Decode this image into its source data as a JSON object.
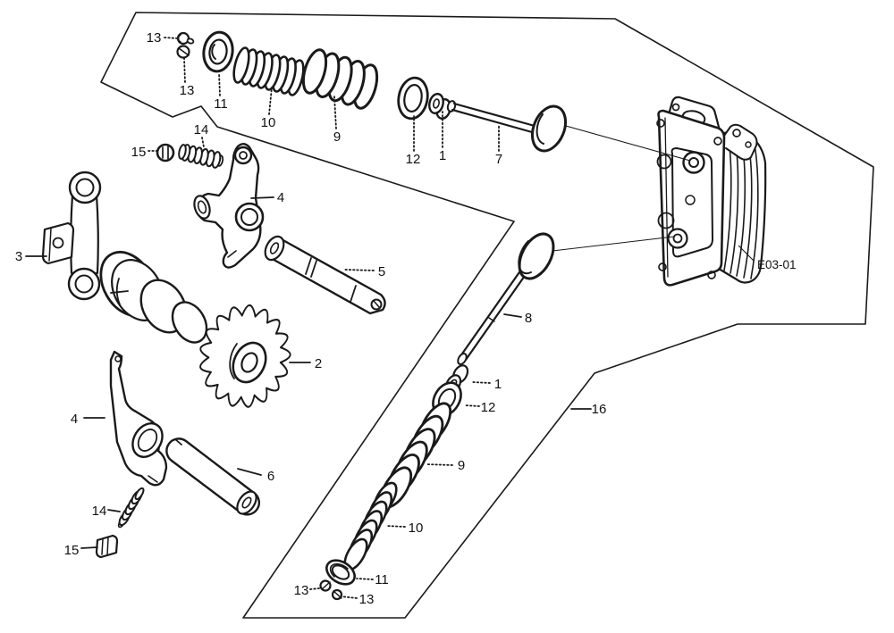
{
  "diagram": {
    "code_label": "E03-01",
    "callouts": [
      "13",
      "13",
      "11",
      "10",
      "9",
      "12",
      "1",
      "7",
      "15",
      "14",
      "4",
      "3",
      "5",
      "2",
      "4",
      "6",
      "14",
      "15",
      "8",
      "1",
      "12",
      "9",
      "10",
      "11",
      "13",
      "13",
      "16"
    ],
    "colors": {
      "line": "#1a1a1a",
      "background": "#ffffff"
    }
  }
}
